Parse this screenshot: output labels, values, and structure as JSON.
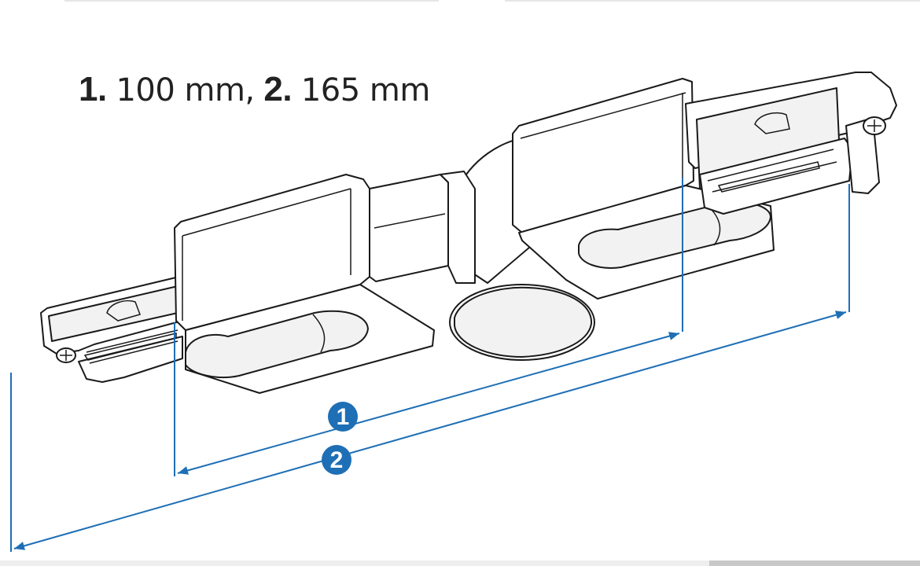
{
  "caption": {
    "item1_number": "1.",
    "item1_value": "100 mm,",
    "item2_number": "2.",
    "item2_value": "165 mm"
  },
  "dimension_color": "#1e6fb5",
  "dimensions": [
    {
      "label": "1",
      "value": "100 mm"
    },
    {
      "label": "2",
      "value": "165 mm"
    }
  ],
  "icons": [
    "screw-icon-left",
    "screw-icon-right"
  ]
}
